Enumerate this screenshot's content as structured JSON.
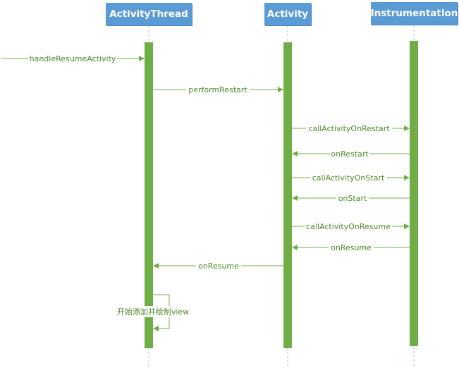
{
  "participants": [
    {
      "id": "activity-thread",
      "label": "ActivityThread"
    },
    {
      "id": "activity",
      "label": "Activity"
    },
    {
      "id": "instrumentation",
      "label": "Instrumentation"
    }
  ],
  "messages": [
    {
      "from": "external",
      "to": "activity-thread",
      "label": "handleResumeActivity"
    },
    {
      "from": "activity-thread",
      "to": "activity",
      "label": "performRestart"
    },
    {
      "from": "activity",
      "to": "instrumentation",
      "label": "callActivityOnRestart"
    },
    {
      "from": "instrumentation",
      "to": "activity",
      "label": "onRestart"
    },
    {
      "from": "activity",
      "to": "instrumentation",
      "label": "callActivityOnStart"
    },
    {
      "from": "instrumentation",
      "to": "activity",
      "label": "onStart"
    },
    {
      "from": "activity",
      "to": "instrumentation",
      "label": "callActivityOnResume"
    },
    {
      "from": "instrumentation",
      "to": "activity",
      "label": "onResume"
    },
    {
      "from": "activity",
      "to": "activity-thread",
      "label": "onResume"
    },
    {
      "from": "activity-thread",
      "to": "activity-thread",
      "label": "开始添加并绘制view"
    }
  ],
  "colors": {
    "header": "#5b9bd5",
    "activation": "#70ad47",
    "arrow": "#70ad47",
    "label": "#4e8a2c",
    "lifeline": "#9dc3e6"
  }
}
